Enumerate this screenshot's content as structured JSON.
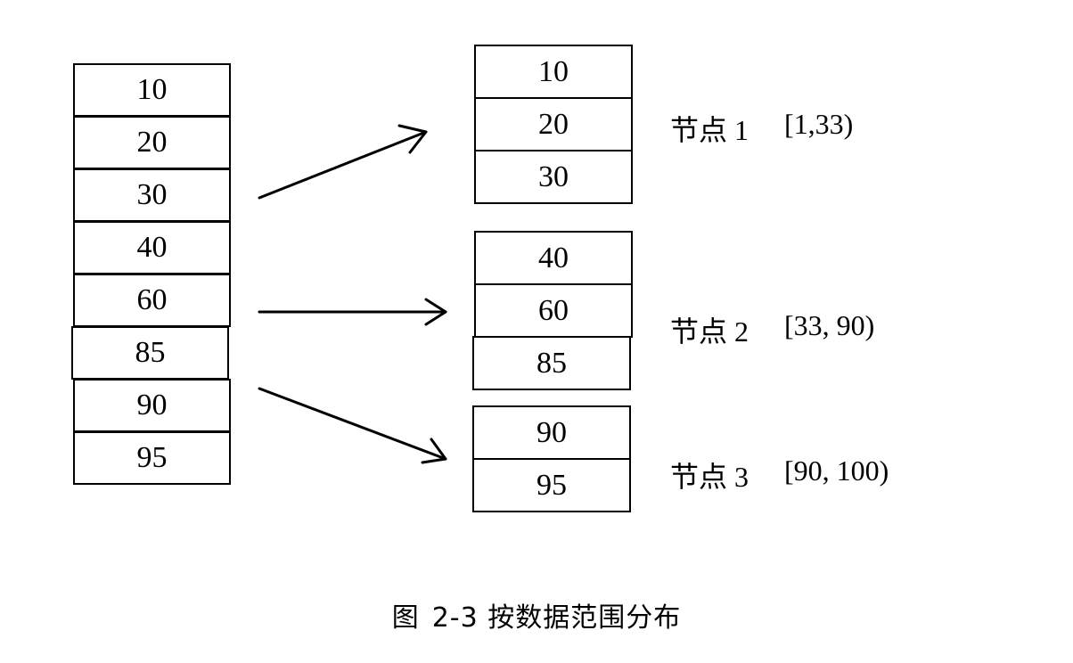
{
  "source_column": {
    "values": [
      "10",
      "20",
      "30",
      "40",
      "60",
      "85",
      "90",
      "95"
    ]
  },
  "nodes": [
    {
      "values": [
        "10",
        "20",
        "30"
      ],
      "name": "节点 1",
      "range": "[1,33)"
    },
    {
      "values": [
        "40",
        "60",
        "85"
      ],
      "name": "节点 2",
      "range": "[33, 90)"
    },
    {
      "values": [
        "90",
        "95"
      ],
      "name": "节点 3",
      "range": "[90, 100)"
    }
  ],
  "caption": {
    "label": "图",
    "text": "2-3 按数据范围分布"
  }
}
